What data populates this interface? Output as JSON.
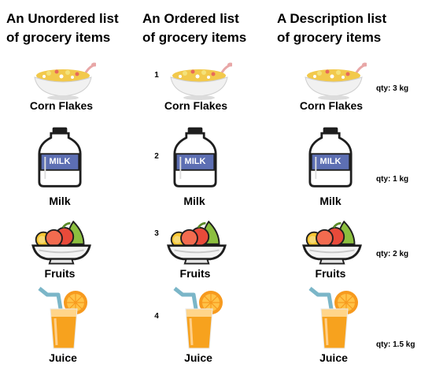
{
  "columns": {
    "unordered": {
      "title_line1": "An Unordered list",
      "title_line2": "of grocery items"
    },
    "ordered": {
      "title_line1": "An Ordered list",
      "title_line2": "of grocery items"
    },
    "description": {
      "title_line1": "A Description list",
      "title_line2": "of grocery items"
    }
  },
  "items": [
    {
      "label": "Corn Flakes",
      "number": "1",
      "qty": "qty: 3 kg",
      "icon": "cereal-bowl-icon"
    },
    {
      "label": "Milk",
      "number": "2",
      "qty": "qty: 1 kg",
      "icon": "milk-jug-icon",
      "badge": "MILK"
    },
    {
      "label": "Fruits",
      "number": "3",
      "qty": "qty: 2 kg",
      "icon": "fruit-bowl-icon"
    },
    {
      "label": "Juice",
      "number": "4",
      "qty": "qty: 1.5 kg",
      "icon": "juice-glass-icon"
    }
  ],
  "colors": {
    "milk_label": "#5d6fb3",
    "juice": "#f7a21e",
    "orange": "#f79a1e",
    "straw": "#7bb6c8",
    "bowl": "#f2f2f2",
    "cereal": "#f2c94c"
  }
}
